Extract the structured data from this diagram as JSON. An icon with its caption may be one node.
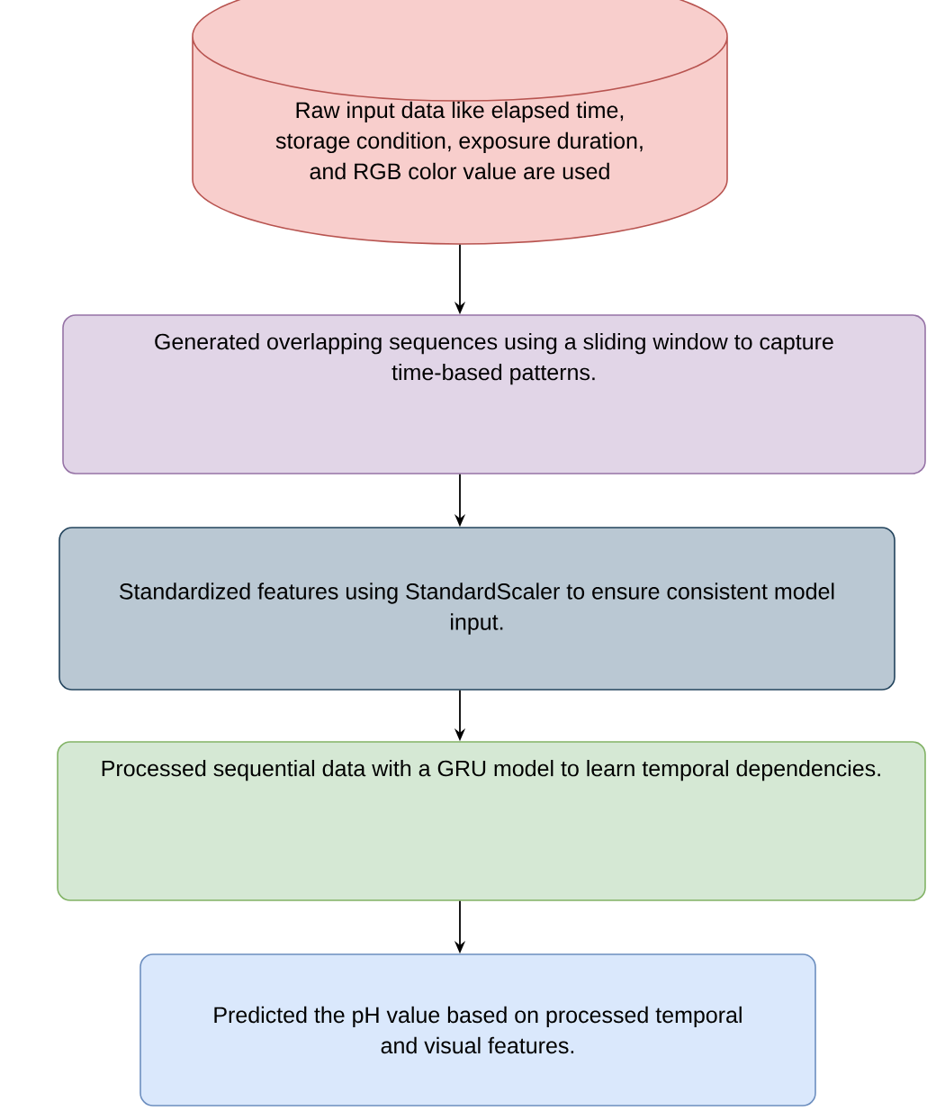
{
  "diagram": {
    "nodes": [
      {
        "text": [
          "Raw input data like elapsed time, storage condition, exposure duration, and RGB color value are used"
        ]
      },
      {
        "text": [
          "Generated overlapping sequences using a sliding window to capture time-based patterns."
        ]
      },
      {
        "text": [
          "Standardized features using StandardScaler to ensure consistent model input."
        ]
      },
      {
        "text": [
          "Processed sequential data with a GRU model to learn temporal dependencies."
        ]
      },
      {
        "text": [
          "Predicted the pH value based on processed temporal and visual features."
        ]
      }
    ],
    "edges": [
      {
        "from": 0,
        "to": 1,
        "arrow": "to"
      },
      {
        "from": 1,
        "to": 2,
        "arrow": "to"
      },
      {
        "from": 2,
        "to": 3,
        "arrow": "to"
      },
      {
        "from": 3,
        "to": 4,
        "arrow": "to"
      }
    ]
  }
}
